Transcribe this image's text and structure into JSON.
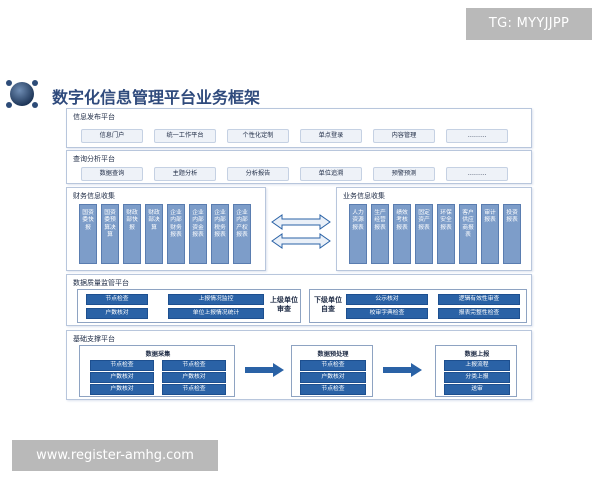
{
  "watermark_top": "TG: MYYJJPP",
  "watermark_bottom": "www.register-amhg.com",
  "title": "数字化信息管理平台业务框架",
  "publish": {
    "title": "信息发布平台",
    "items": [
      "信息门户",
      "统一工作平台",
      "个性化定制",
      "单点登录",
      "内容管理",
      "………"
    ]
  },
  "query": {
    "title": "查询分析平台",
    "items": [
      "数据查询",
      "主题分析",
      "分析报告",
      "单位追溯",
      "预警预测",
      "………"
    ]
  },
  "finance": {
    "title": "财务信息收集",
    "items": [
      "国资委快报",
      "国资委预算决算",
      "财政部快报",
      "财政部决算",
      "企业内部财务报表",
      "企业内部资金报表",
      "企业内部税务报表",
      "企业内部产权报表"
    ]
  },
  "business": {
    "title": "业务信息收集",
    "items": [
      "人力资源报表",
      "生产经营报表",
      "绩效考核报表",
      "固定资产报表",
      "环保安全报表",
      "客户供应商报表",
      "审计报表",
      "投资报表"
    ]
  },
  "quality": {
    "title": "数据质量监管平台",
    "upper_label": "上级单位审查",
    "upper_items": [
      "节点检查",
      "上报情况监控",
      "户数核对",
      "单位上报情况统计"
    ],
    "self_label": "下级单位自查",
    "self_items": [
      "公示核对",
      "逻辑有效性审查",
      "校审字典检查",
      "报表完整性检查"
    ]
  },
  "support": {
    "title": "基础支撑平台",
    "collect": {
      "title": "数据采集",
      "left": [
        "节点检查",
        "户数核对",
        "户数核对"
      ],
      "right": [
        "节点检查",
        "户数核对",
        "节点检查"
      ]
    },
    "preprocess": {
      "title": "数据预处理",
      "items": [
        "节点检查",
        "户数核对",
        "节点检查"
      ]
    },
    "report": {
      "title": "数据上报",
      "items": [
        "上报流程",
        "分类上报",
        "送审"
      ]
    }
  },
  "colors": {
    "primary_blue": "#2a62a6",
    "light_blue": "#7d9dc9",
    "border": "#b8c6dc",
    "title": "#2f4a7c"
  }
}
